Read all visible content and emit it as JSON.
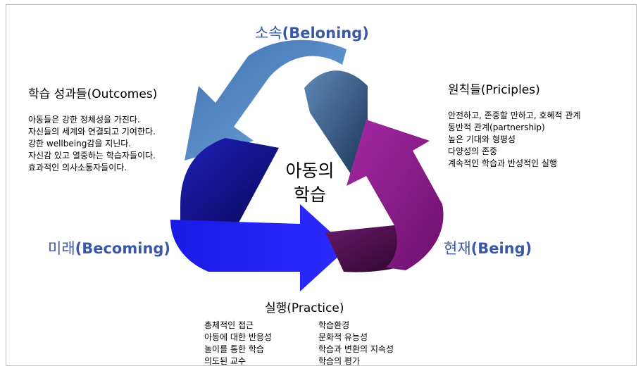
{
  "diagram": {
    "center": {
      "line1": "아동의",
      "line2": "학습"
    },
    "belonging": {
      "ko": "소속",
      "en": "(Beloning)"
    },
    "becoming": {
      "ko": "미래",
      "en": "(Becoming)"
    },
    "being": {
      "ko": "현재",
      "en": "(Being)"
    },
    "outcomes": {
      "title": "학습 성과들(Outcomes)",
      "items": [
        "아동들은 강한 정체성을 가진다.",
        "자신들의 세계와 연결되고 기여한다.",
        "강한 wellbeing감을 지닌다.",
        "자신감 있고 열중하는 학습자들이다.",
        "효과적인 의사소통자들이다."
      ]
    },
    "principles": {
      "title": "원칙들(Priciples)",
      "items": [
        "안전하고, 존중할 만하고, 호혜적 관계",
        "동반적 관계(partnership)",
        "높은 기대와 형평성",
        "다양성의 존중",
        "계속적인 학습과 반성적인 실행"
      ]
    },
    "practice": {
      "title": "실행(Practice)",
      "left_items": [
        "총체적인 접근",
        "아동에 대한 반응성",
        "놀이를 통한 학습",
        "의도된 교수"
      ],
      "right_items": [
        "학습환경",
        "문화적 유능성",
        "학습과 변환의 지속성",
        "학습의 평가"
      ]
    }
  },
  "colors": {
    "arrow_top": "#5b8fc9",
    "arrow_top_dark": "#1f3b63",
    "arrow_left": "#1414e0",
    "arrow_left_dark": "#0a0a7a",
    "arrow_right": "#8a1a8a",
    "arrow_right_dark": "#3d0a3d",
    "label_blue": "#3a58a6"
  }
}
